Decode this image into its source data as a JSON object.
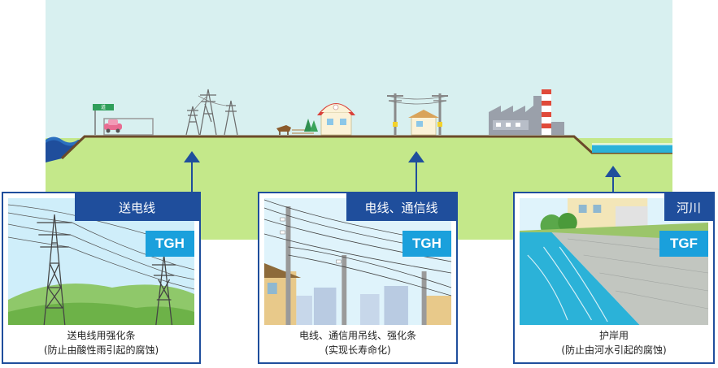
{
  "scene": {
    "sign_label": "道"
  },
  "cards": [
    {
      "title": "送电线",
      "code": "TGH",
      "desc_line1": "送电线用强化条",
      "desc_line2": "(防止由酸性雨引起的腐蚀)"
    },
    {
      "title": "电线、通信线",
      "code": "TGH",
      "desc_line1": "电线、通信用吊线、强化条",
      "desc_line2": "(实现长寿命化)"
    },
    {
      "title": "河川",
      "code": "TGF",
      "desc_line1": "护岸用",
      "desc_line2": "(防止由河水引起的腐蚀)"
    }
  ],
  "colors": {
    "sky": "#d8f0f0",
    "ground": "#c4e88a",
    "frame_blue": "#1f4e9c",
    "code_blue": "#1aa0dc",
    "water": "#2bb2d8"
  }
}
